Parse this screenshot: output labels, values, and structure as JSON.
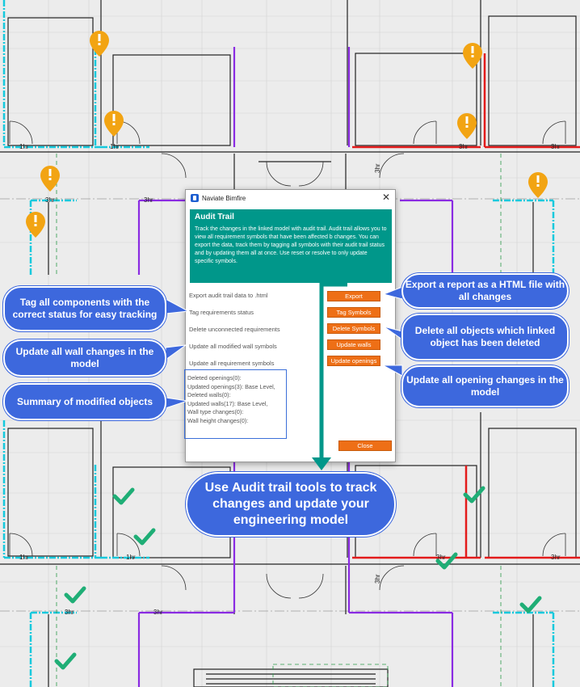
{
  "window": {
    "title": "Naviate Bimfire",
    "close_icon": "✕"
  },
  "info": {
    "title": "Audit Trail",
    "text": "Track the changes in the linked model with audit trail. Audit trail allows you to view all requirement symbols that have been affected b changes. You can export the data, track them by tagging all symbols with their audit trail status and by updating them all at once. Use reset or resolve to only update specific symbols."
  },
  "rows": [
    {
      "label": "Export audit trail data to .html",
      "button": "Export"
    },
    {
      "label": "Tag requirements status",
      "button": "Tag Symbols"
    },
    {
      "label": "Delete unconnected requirements",
      "button": "Delete Symbols"
    },
    {
      "label": "Update all modified wall symbols",
      "button": "Update walls"
    },
    {
      "label": "Update all requirement symbols",
      "button": "Update openings"
    }
  ],
  "summary": [
    "Deleted openings(0):",
    "Updated openings(3): Base Level,",
    "Deleted walls(0):",
    "Updated walls(17):  Base Level,",
    "Wall type changes(0):",
    "Wall height changes(0):"
  ],
  "close_button": "Close",
  "callouts": {
    "tag": "Tag all components with the correct status for easy tracking",
    "walls": "Update all wall changes in the model",
    "summary": "Summary of modified objects",
    "export": "Export a report as a HTML file with all changes",
    "delete": "Delete all objects which linked object has been deleted",
    "openings": "Update all opening changes in the model",
    "main": "Use Audit trail tools to track changes and update your engineering model"
  },
  "plan_labels": {
    "hr1": "1hr",
    "hr3": "3hr"
  },
  "colors": {
    "accent_teal": "#00978a",
    "button_orange": "#ee6f16",
    "callout_blue": "#3d68dd",
    "warning_orange": "#f2a413",
    "check_green": "#1fae76",
    "wall_purple": "#8a2be2",
    "wall_red": "#e31b1b",
    "wall_cyan": "#16c9dd"
  },
  "icons": {
    "warning": "warning-pin-icon",
    "check": "checkmark-icon"
  }
}
